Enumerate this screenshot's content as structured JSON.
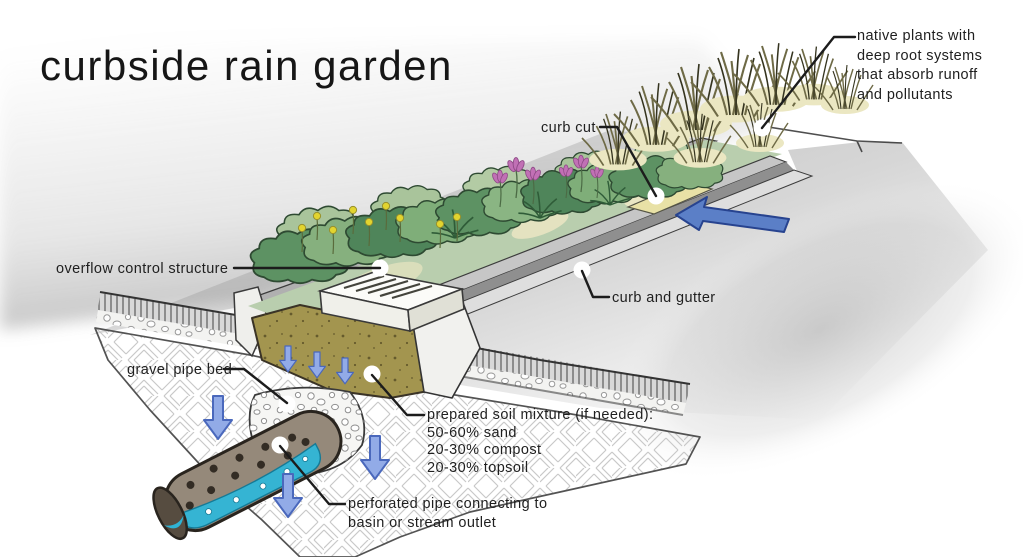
{
  "title": "curbside rain garden",
  "labels": {
    "native_plants": "native plants with\ndeep root systems\nthat absorb runoff\nand pollutants",
    "curb_cut": "curb cut",
    "overflow_control": "overflow control structure",
    "curb_and_gutter": "curb and gutter",
    "gravel_pipe_bed": "gravel pipe bed",
    "prepared_soil": "prepared soil mixture (if needed):\n50-60% sand\n20-30% compost\n20-30% topsoil",
    "perforated_pipe": "perforated pipe connecting to\nbasin or stream outlet"
  },
  "colors": {
    "label_text": "#1f1f1f",
    "flow_arrow_blue": "#92abe7",
    "road_arrow_blue": "#5b7fc7",
    "pipe_water_teal": "#35b4d3",
    "soil_olive": "#a3954f",
    "plant_green": "#5d9263",
    "grass_straw": "#e9e5c0",
    "road_gray": "#c9c9c9",
    "flower_pink": "#c170b5",
    "flower_yellow": "#e2d42f"
  }
}
